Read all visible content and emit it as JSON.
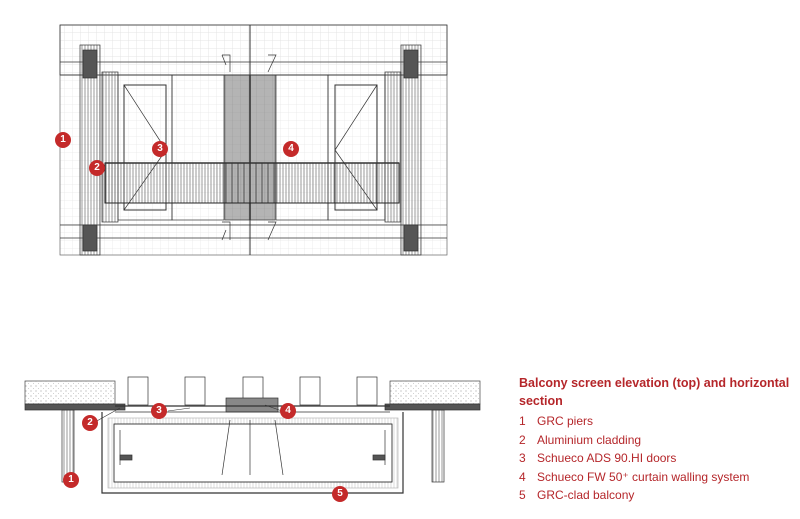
{
  "legend": {
    "title": "Balcony screen elevation (top) and horizontal section",
    "items": [
      {
        "num": "1",
        "text": "GRC piers"
      },
      {
        "num": "2",
        "text": "Aluminium cladding"
      },
      {
        "num": "3",
        "text": "Schueco ADS 90.HI doors"
      },
      {
        "num": "4",
        "text": "Schueco FW 50⁺ curtain walling system"
      },
      {
        "num": "5",
        "text": "GRC-clad balcony"
      }
    ]
  },
  "markers": {
    "elevation": [
      "1",
      "2",
      "3",
      "4"
    ],
    "section": [
      "1",
      "2",
      "3",
      "4",
      "5"
    ]
  },
  "colors": {
    "accent": "#c42a2a",
    "line": "#333333"
  }
}
